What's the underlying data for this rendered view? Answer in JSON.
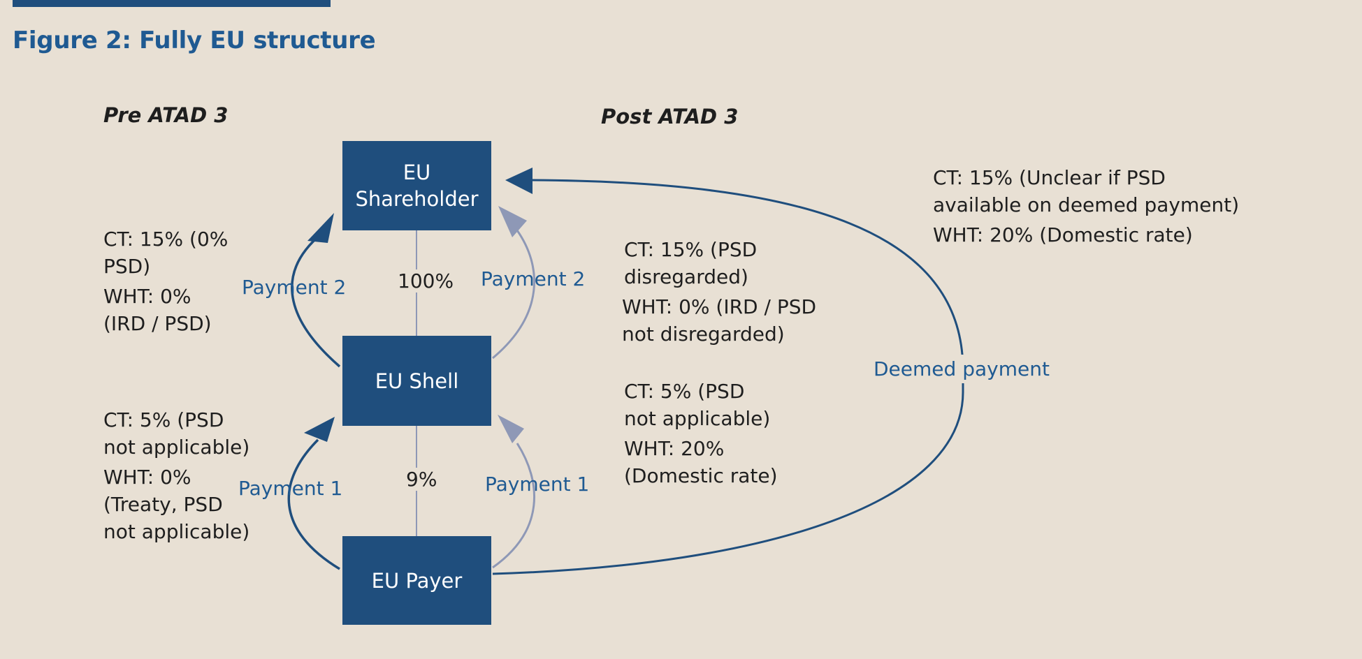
{
  "title": "Figure 2: Fully EU structure",
  "sections": {
    "pre": "Pre ATAD 3",
    "post": "Post ATAD 3"
  },
  "entities": {
    "shareholder": [
      "EU",
      "Shareholder"
    ],
    "shell": "EU Shell",
    "payer": "EU Payer"
  },
  "ownership": {
    "top": "100%",
    "bottom": "9%"
  },
  "payments": {
    "p2_left": "Payment 2",
    "p2_right": "Payment 2",
    "p1_left": "Payment 1",
    "p1_right": "Payment 1",
    "deemed": "Deemed payment"
  },
  "notes": {
    "pre_top": [
      "CT: 15% (0%",
      "PSD)",
      "WHT: 0%",
      "(IRD / PSD)"
    ],
    "pre_bottom": [
      "CT: 5% (PSD",
      "not applicable)",
      "WHT: 0%",
      "(Treaty, PSD",
      "not applicable)"
    ],
    "post_top": [
      "CT: 15% (PSD",
      "disregarded)",
      "WHT: 0% (IRD / PSD",
      "not disregarded)"
    ],
    "post_bottom": [
      "CT: 5% (PSD",
      "not applicable)",
      "WHT: 20%",
      "(Domestic rate)"
    ],
    "deemed": [
      "CT: 15% (Unclear if PSD",
      "available on deemed payment)",
      "WHT: 20% (Domestic rate)"
    ]
  },
  "colors": {
    "box": "#1f4e7d",
    "title": "#1f5a92",
    "arrow_dark": "#1f4e7d",
    "arrow_light": "#8e98b6",
    "background": "#e8e0d4"
  }
}
